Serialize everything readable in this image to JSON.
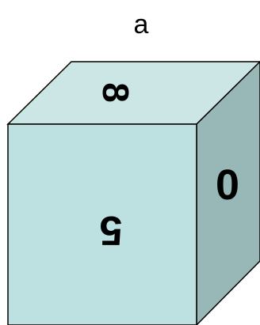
{
  "figure": {
    "label": "a",
    "cube": {
      "top_face_digit": "8",
      "front_face_digit": "5",
      "side_face_digit": "0"
    },
    "colors": {
      "top_face": "#cce6e6",
      "front_face": "#bde0e1",
      "side_face": "#97b8b6",
      "edge": "#000000"
    }
  }
}
